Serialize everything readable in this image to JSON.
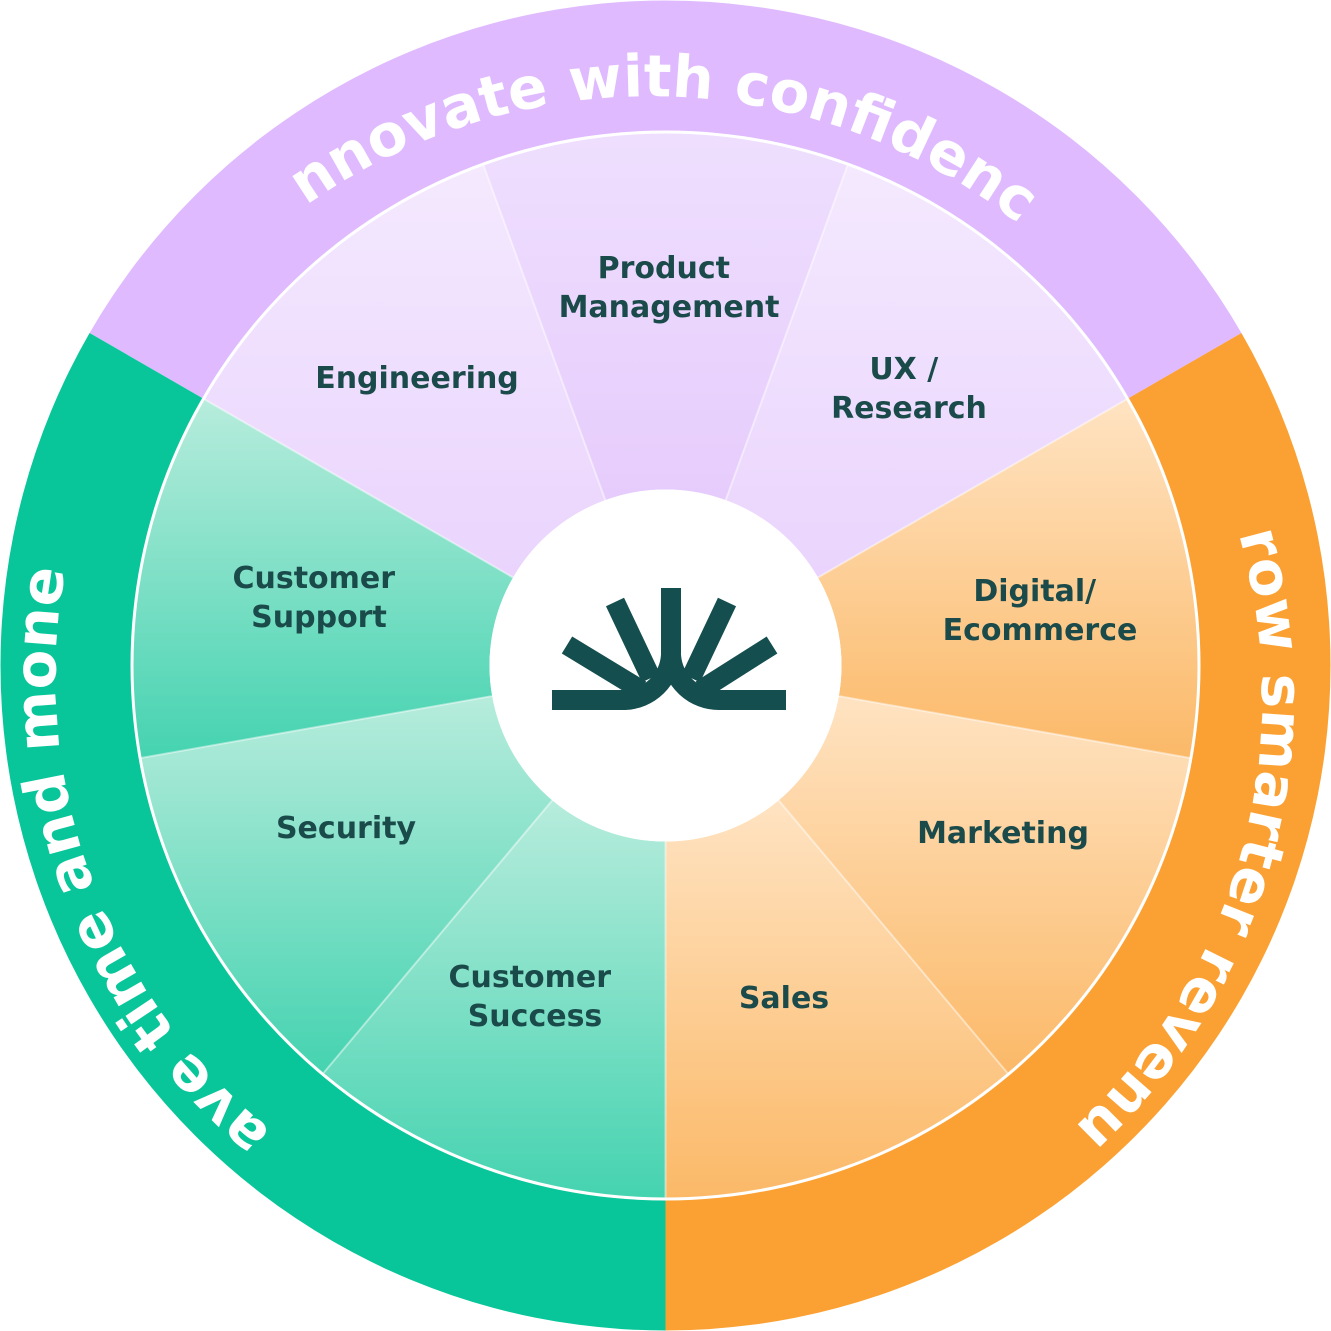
{
  "colors": {
    "purple_ring": "#e0baff",
    "orange_ring": "#fba133",
    "green_ring": "#08c69a",
    "label_text": "#1a4a4a",
    "logo": "#144e4e"
  },
  "groups": [
    {
      "id": "innovate",
      "title": "Innovate with confidence",
      "segments": [
        {
          "id": "engineering",
          "lines": [
            "Engineering"
          ]
        },
        {
          "id": "product-management",
          "lines": [
            "Product",
            "Management"
          ]
        },
        {
          "id": "ux-research",
          "lines": [
            "UX /",
            "Research"
          ]
        }
      ]
    },
    {
      "id": "grow",
      "title": "Grow smarter revenue",
      "segments": [
        {
          "id": "digital-ecommerce",
          "lines": [
            "Digital/",
            "Ecommerce"
          ]
        },
        {
          "id": "marketing",
          "lines": [
            "Marketing"
          ]
        },
        {
          "id": "sales",
          "lines": [
            "Sales"
          ]
        }
      ]
    },
    {
      "id": "save",
      "title": "Save time and money",
      "segments": [
        {
          "id": "customer-success",
          "lines": [
            "Customer",
            "Success"
          ]
        },
        {
          "id": "security",
          "lines": [
            "Security"
          ]
        },
        {
          "id": "customer-support",
          "lines": [
            "Customer",
            "Support"
          ]
        }
      ]
    }
  ],
  "center": {
    "icon": "sunrise-logo-icon"
  }
}
